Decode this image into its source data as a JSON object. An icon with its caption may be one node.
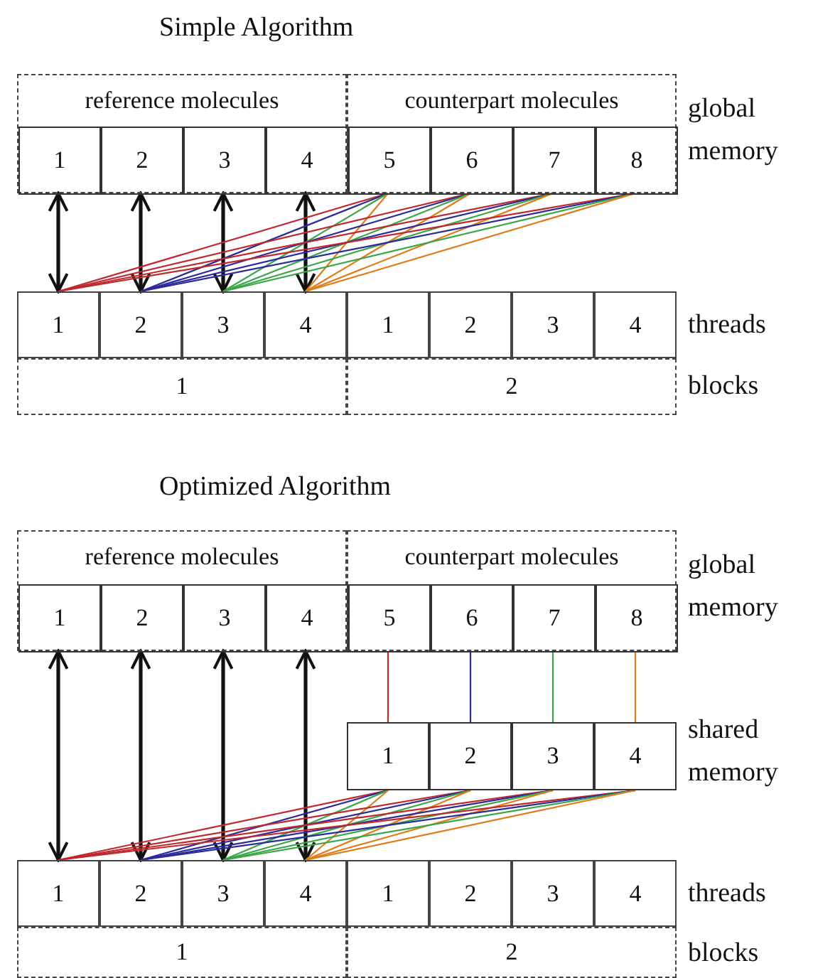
{
  "diagram": {
    "nodes": [
      {
        "text": [
          "reference molecules"
        ]
      },
      {
        "text": [
          "1"
        ],
        "in": 0
      },
      {
        "text": [
          "2"
        ],
        "in": 0
      },
      {
        "text": [
          "3"
        ],
        "in": 0
      },
      {
        "text": [
          "4"
        ],
        "in": 0
      },
      {
        "text": [
          "counterpart molecules"
        ]
      },
      {
        "text": [
          "5"
        ],
        "in": 5
      },
      {
        "text": [
          "6"
        ],
        "in": 5
      },
      {
        "text": [
          "7"
        ],
        "in": 5
      },
      {
        "text": [
          "8"
        ],
        "in": 5
      },
      {
        "text": [
          "1"
        ]
      },
      {
        "text": [
          "2"
        ]
      },
      {
        "text": [
          "3"
        ]
      },
      {
        "text": [
          "4"
        ]
      },
      {
        "text": [
          "1"
        ]
      },
      {
        "text": [
          "2"
        ]
      },
      {
        "text": [
          "3"
        ]
      },
      {
        "text": [
          "4"
        ]
      },
      {
        "text": [
          "1"
        ]
      },
      {
        "text": [
          "2"
        ]
      },
      {
        "text": [
          "reference molecules"
        ]
      },
      {
        "text": [
          "1"
        ],
        "in": 20
      },
      {
        "text": [
          "2"
        ],
        "in": 20
      },
      {
        "text": [
          "3"
        ],
        "in": 20
      },
      {
        "text": [
          "4"
        ],
        "in": 20
      },
      {
        "text": [
          "counterpart molecules"
        ]
      },
      {
        "text": [
          "5"
        ],
        "in": 25
      },
      {
        "text": [
          "6"
        ],
        "in": 25
      },
      {
        "text": [
          "7"
        ],
        "in": 25
      },
      {
        "text": [
          "8"
        ],
        "in": 25
      },
      {
        "text": [
          "1"
        ]
      },
      {
        "text": [
          "2"
        ]
      },
      {
        "text": [
          "3"
        ]
      },
      {
        "text": [
          "4"
        ]
      },
      {
        "text": [
          "1"
        ]
      },
      {
        "text": [
          "2"
        ]
      },
      {
        "text": [
          "3"
        ]
      },
      {
        "text": [
          "4"
        ]
      },
      {
        "text": [
          "1"
        ]
      },
      {
        "text": [
          "2"
        ]
      },
      {
        "text": [
          "3"
        ]
      },
      {
        "text": [
          "4"
        ]
      },
      {
        "text": [
          "1"
        ]
      },
      {
        "text": [
          "2"
        ]
      }
    ],
    "edges": [
      {
        "from": 1,
        "to": 10,
        "arrow": "both",
        "style": "thick",
        "color": "#111111"
      },
      {
        "from": 2,
        "to": 11,
        "arrow": "both",
        "style": "thick",
        "color": "#111111"
      },
      {
        "from": 3,
        "to": 12,
        "arrow": "both",
        "style": "thick",
        "color": "#111111"
      },
      {
        "from": 4,
        "to": 13,
        "arrow": "both",
        "style": "thick",
        "color": "#111111"
      },
      {
        "from": 6,
        "to": 10,
        "arrow": "none",
        "color": "#c0282d"
      },
      {
        "from": 6,
        "to": 11,
        "arrow": "none",
        "color": "#2a2a9a"
      },
      {
        "from": 6,
        "to": 12,
        "arrow": "none",
        "color": "#3aa648"
      },
      {
        "from": 6,
        "to": 13,
        "arrow": "none",
        "color": "#e07b1a"
      },
      {
        "from": 7,
        "to": 10,
        "arrow": "none",
        "color": "#c0282d"
      },
      {
        "from": 7,
        "to": 11,
        "arrow": "none",
        "color": "#2a2a9a"
      },
      {
        "from": 7,
        "to": 12,
        "arrow": "none",
        "color": "#3aa648"
      },
      {
        "from": 7,
        "to": 13,
        "arrow": "none",
        "color": "#e07b1a"
      },
      {
        "from": 8,
        "to": 10,
        "arrow": "none",
        "color": "#c0282d"
      },
      {
        "from": 8,
        "to": 11,
        "arrow": "none",
        "color": "#2a2a9a"
      },
      {
        "from": 8,
        "to": 12,
        "arrow": "none",
        "color": "#3aa648"
      },
      {
        "from": 8,
        "to": 13,
        "arrow": "none",
        "color": "#e07b1a"
      },
      {
        "from": 9,
        "to": 10,
        "arrow": "none",
        "color": "#c0282d"
      },
      {
        "from": 9,
        "to": 11,
        "arrow": "none",
        "color": "#2a2a9a"
      },
      {
        "from": 9,
        "to": 12,
        "arrow": "none",
        "color": "#3aa648"
      },
      {
        "from": 9,
        "to": 13,
        "arrow": "none",
        "color": "#e07b1a"
      },
      {
        "from": 21,
        "to": 34,
        "arrow": "both",
        "style": "thick",
        "color": "#111111"
      },
      {
        "from": 22,
        "to": 35,
        "arrow": "both",
        "style": "thick",
        "color": "#111111"
      },
      {
        "from": 23,
        "to": 36,
        "arrow": "both",
        "style": "thick",
        "color": "#111111"
      },
      {
        "from": 24,
        "to": 37,
        "arrow": "both",
        "style": "thick",
        "color": "#111111"
      },
      {
        "from": 26,
        "to": 30,
        "arrow": "none",
        "color": "#c0282d"
      },
      {
        "from": 27,
        "to": 31,
        "arrow": "none",
        "color": "#2a2a9a"
      },
      {
        "from": 28,
        "to": 32,
        "arrow": "none",
        "color": "#3aa648"
      },
      {
        "from": 29,
        "to": 33,
        "arrow": "none",
        "color": "#e07b1a"
      },
      {
        "from": 30,
        "to": 34,
        "arrow": "none",
        "color": "#c0282d"
      },
      {
        "from": 30,
        "to": 35,
        "arrow": "none",
        "color": "#2a2a9a"
      },
      {
        "from": 30,
        "to": 36,
        "arrow": "none",
        "color": "#3aa648"
      },
      {
        "from": 30,
        "to": 37,
        "arrow": "none",
        "color": "#e07b1a"
      },
      {
        "from": 31,
        "to": 34,
        "arrow": "none",
        "color": "#c0282d"
      },
      {
        "from": 31,
        "to": 35,
        "arrow": "none",
        "color": "#2a2a9a"
      },
      {
        "from": 31,
        "to": 36,
        "arrow": "none",
        "color": "#3aa648"
      },
      {
        "from": 31,
        "to": 37,
        "arrow": "none",
        "color": "#e07b1a"
      },
      {
        "from": 32,
        "to": 34,
        "arrow": "none",
        "color": "#c0282d"
      },
      {
        "from": 32,
        "to": 35,
        "arrow": "none",
        "color": "#2a2a9a"
      },
      {
        "from": 32,
        "to": 36,
        "arrow": "none",
        "color": "#3aa648"
      },
      {
        "from": 32,
        "to": 37,
        "arrow": "none",
        "color": "#e07b1a"
      },
      {
        "from": 33,
        "to": 34,
        "arrow": "none",
        "color": "#c0282d"
      },
      {
        "from": 33,
        "to": 35,
        "arrow": "none",
        "color": "#2a2a9a"
      },
      {
        "from": 33,
        "to": 36,
        "arrow": "none",
        "color": "#3aa648"
      },
      {
        "from": 33,
        "to": 37,
        "arrow": "none",
        "color": "#e07b1a"
      }
    ],
    "labels": [
      "Simple Algorithm",
      "global memory",
      "threads",
      "blocks",
      "Optimized Algorithm",
      "global memory",
      "shared memory",
      "threads",
      "blocks"
    ]
  }
}
